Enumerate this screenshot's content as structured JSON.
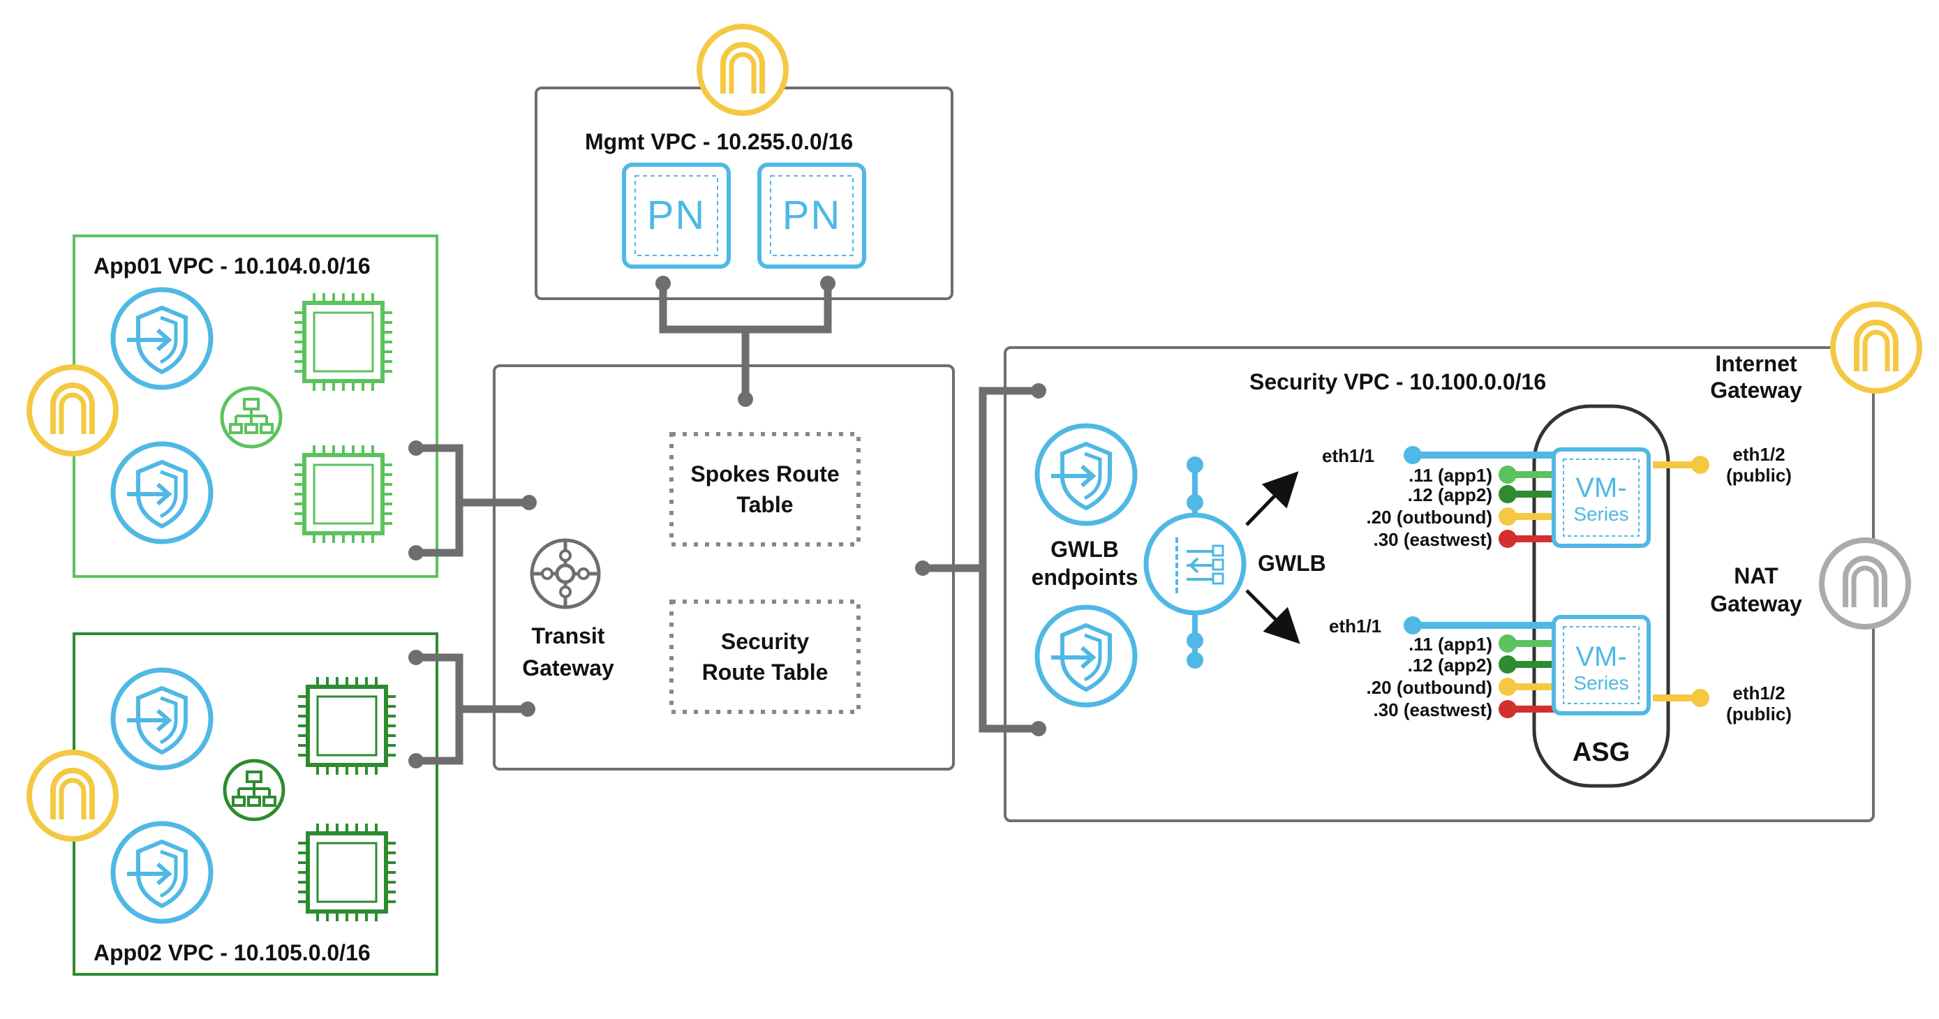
{
  "vpcs": {
    "app01": {
      "title": "App01 VPC - 10.104.0.0/16",
      "color": "#5cc25e"
    },
    "app02": {
      "title": "App02 VPC - 10.105.0.0/16",
      "color": "#2e8b30"
    },
    "mgmt": {
      "title": "Mgmt VPC - 10.255.0.0/16",
      "pn_label": "PN"
    },
    "security": {
      "title": "Security VPC - 10.100.0.0/16"
    }
  },
  "transit": {
    "gateway_line1": "Transit",
    "gateway_line2": "Gateway",
    "spokes_table_line1": "Spokes Route",
    "spokes_table_line2": "Table",
    "security_table_line1": "Security",
    "security_table_line2": "Route Table"
  },
  "security": {
    "gwlb_endpoints_line1": "GWLB",
    "gwlb_endpoints_line2": "endpoints",
    "gwlb_label": "GWLB",
    "asg_label": "ASG",
    "vm_line1": "VM-",
    "vm_line2": "Series",
    "interfaces": {
      "eth1": "eth1/1",
      "app1": ".11 (app1)",
      "app2": ".12 (app2)",
      "outbound": ".20 (outbound)",
      "eastwest": ".30 (eastwest)",
      "eth2_line1": "eth1/2",
      "eth2_line2": "(public)"
    }
  },
  "gateways": {
    "internet_line1": "Internet",
    "internet_line2": "Gateway",
    "nat_line1": "NAT",
    "nat_line2": "Gateway"
  },
  "colors": {
    "blue": "#4fb8e4",
    "yellow": "#f5c842",
    "grey": "#6e6e6e",
    "light_grey": "#a9abad",
    "light_green": "#5cc25e",
    "dark_green": "#2e8b30",
    "red": "#d32f2f"
  }
}
